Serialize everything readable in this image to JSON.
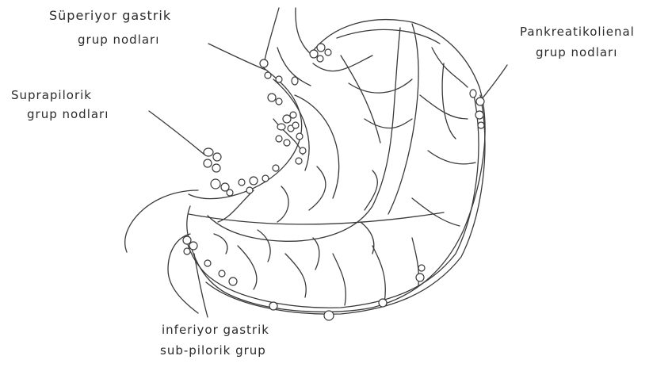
{
  "labels": {
    "superior": [
      "Süperiyor gastrik",
      "grup nodları"
    ],
    "suprapyloric": [
      "Suprapilorik",
      "grup nodları"
    ],
    "pancreaticolienal": [
      "Pankreatikolienal",
      "grup nodları"
    ],
    "inferior": [
      "inferiyor gastrik",
      "sub-pilorik grup"
    ]
  },
  "colors": {
    "ink": "#3a3a3a",
    "node_fill": "#ffffff"
  }
}
